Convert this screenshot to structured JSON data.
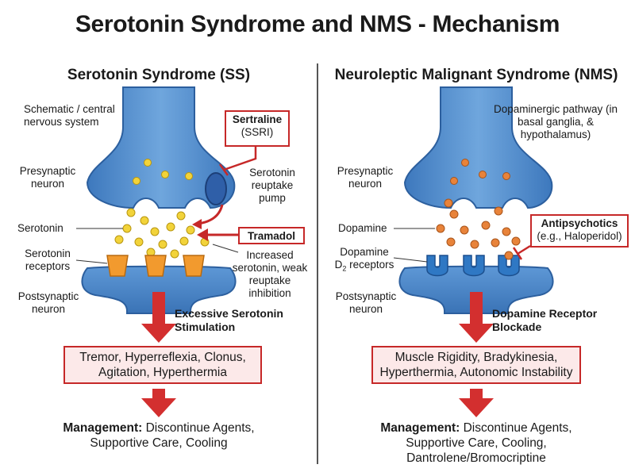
{
  "title": "Serotonin Syndrome and NMS - Mechanism",
  "left": {
    "heading": "Serotonin Syndrome (SS)",
    "labels": {
      "cns": "Schematic / central nervous system",
      "presynaptic": "Presynaptic neuron",
      "neurotransmitter": "Serotonin",
      "receptors": "Serotonin receptors",
      "postsynaptic": "Postsynaptic neuron",
      "pump": "Serotonin reuptake pump",
      "effect": "Increased serotonin, weak reuptake inhibition"
    },
    "drug1": {
      "name": "Sertraline",
      "sub": "(SSRI)"
    },
    "drug2": {
      "name": "Tramadol"
    },
    "arrow_label": "Excessive Serotonin Stimulation",
    "symptoms": "Tremor, Hyperreflexia, Clonus, Agitation, Hyperthermia",
    "management_label": "Management:",
    "management_text": "Discontinue Agents, Supportive Care, Cooling"
  },
  "right": {
    "heading": "Neuroleptic Malignant Syndrome (NMS)",
    "labels": {
      "pathway": "Dopaminergic pathway (in basal ganglia, & hypothalamus)",
      "presynaptic": "Presynaptic neuron",
      "neurotransmitter": "Dopamine",
      "receptors_prefix": "Dopamine",
      "receptors_d": "D",
      "receptors_sub": "2",
      "receptors_suffix": "receptors",
      "postsynaptic": "Postsynaptic neuron"
    },
    "drug": {
      "name": "Antipsychotics",
      "sub": "(e.g., Haloperidol)"
    },
    "arrow_label": "Dopamine Receptor Blockade",
    "symptoms": "Muscle Rigidity, Bradykinesia, Hyperthermia, Autonomic Instability",
    "management_label": "Management:",
    "management_text": "Discontinue Agents, Supportive Care, Cooling, Dantrolene/Bromocriptine"
  },
  "colors": {
    "neuron": "#4a86c8",
    "neuron_dark": "#2c5f9e",
    "serotonin": "#f2d33a",
    "dopamine": "#e8833a",
    "receptor_orange": "#f29a2e",
    "receptor_blue": "#2f78c4",
    "arrow_red": "#d32f2f",
    "box_border": "#c62828",
    "box_fill": "#fce9e9"
  }
}
